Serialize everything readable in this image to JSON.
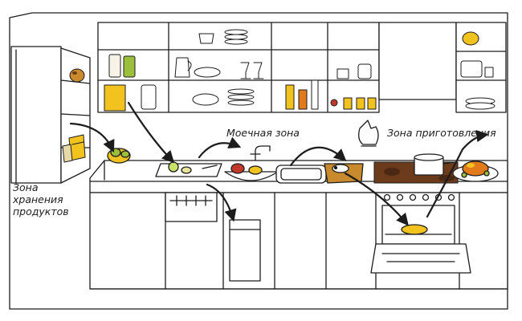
{
  "zones": {
    "storage": {
      "line1": "Зона",
      "line2": "хранения",
      "line3": "продуктов"
    },
    "washing": {
      "label": "Моечная зона"
    },
    "cooking": {
      "label": "Зона приготовления"
    }
  },
  "colors": {
    "ink": "#1c1c1c",
    "accent_yellow": "#f2c31f",
    "accent_orange": "#e27a1c",
    "accent_brown": "#6b3b1c",
    "accent_red": "#c0392b",
    "wood": "#c98a2e",
    "green": "#9bbf3a"
  }
}
